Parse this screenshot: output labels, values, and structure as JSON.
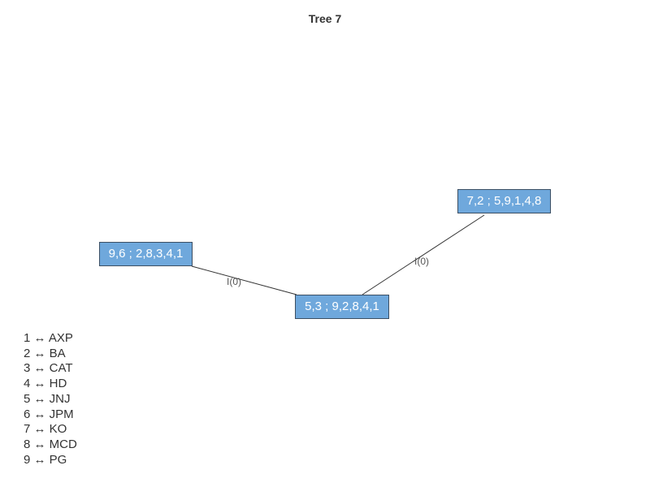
{
  "title": "Tree 7",
  "nodes": [
    {
      "id": "n1",
      "label": "9,6 ; 2,8,3,4,1"
    },
    {
      "id": "n2",
      "label": "5,3 ; 9,2,8,4,1"
    },
    {
      "id": "n3",
      "label": "7,2 ; 5,9,1,4,8"
    }
  ],
  "edges": [
    {
      "from": "n1",
      "to": "n2",
      "label": "I(0)"
    },
    {
      "from": "n2",
      "to": "n3",
      "label": "I(0)"
    }
  ],
  "legend": [
    {
      "text": "1 ↔ AXP"
    },
    {
      "text": "2 ↔ BA"
    },
    {
      "text": "3 ↔ CAT"
    },
    {
      "text": "4 ↔ HD"
    },
    {
      "text": "5 ↔ JNJ"
    },
    {
      "text": "6 ↔ JPM"
    },
    {
      "text": "7 ↔ KO"
    },
    {
      "text": "8 ↔ MCD"
    },
    {
      "text": "9 ↔ PG"
    }
  ],
  "colors": {
    "node_fill": "#6fa8dc",
    "node_border": "#3c4f63",
    "node_text": "#ffffff",
    "edge": "#333333",
    "text": "#333333"
  }
}
